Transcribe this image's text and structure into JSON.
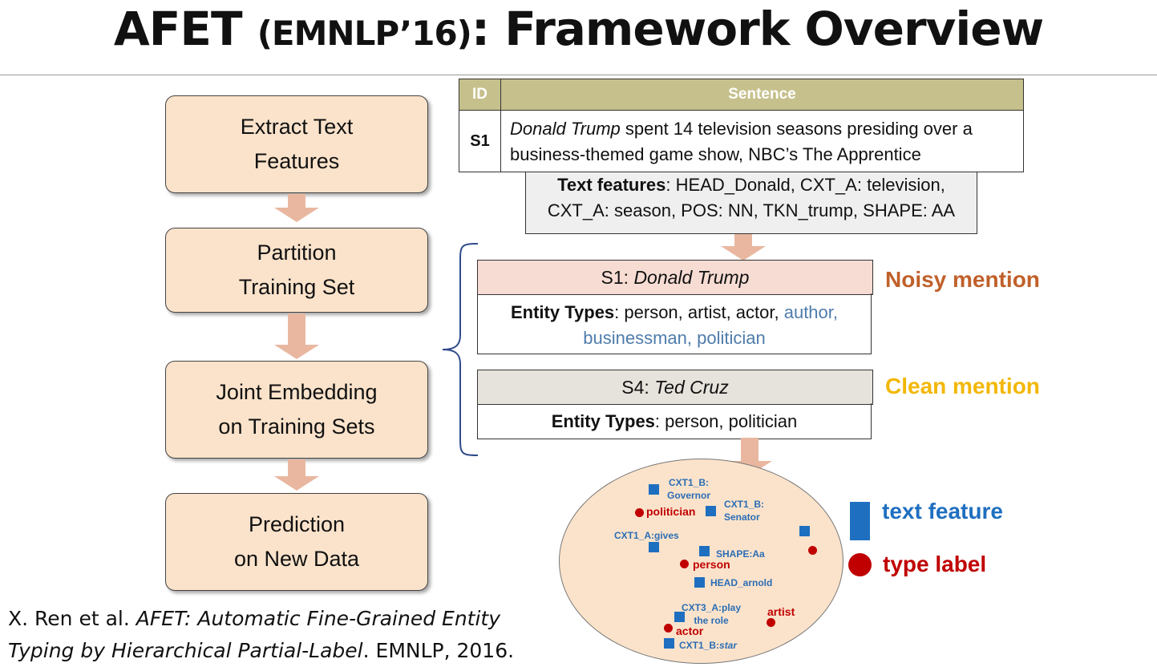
{
  "title": {
    "main": "AFET",
    "venue": "(EMNLP’16)",
    "rest": ": Framework Overview"
  },
  "steps": [
    "Extract Text\nFeatures",
    "Partition\nTraining Set",
    "Joint Embedding\non Training Sets",
    "Prediction\non New Data"
  ],
  "table": {
    "id_header": "ID",
    "sentence_header": "Sentence",
    "row_id": "S1",
    "row_entity": "Donald Trump",
    "row_rest": " spent 14 television seasons presiding over a business-themed game show, NBC’s The Apprentice"
  },
  "text_features": {
    "label": "Text features",
    "value": ": HEAD_Donald, CXT_A: television, CXT_A: season, POS: NN, TKN_trump, SHAPE: AA"
  },
  "noisy": {
    "id": "S1: ",
    "entity": "Donald Trump",
    "types_label": "Entity Types",
    "types_clean": ": person, artist, actor, ",
    "types_extra1": "author,",
    "types_extra2": "businessman, politician",
    "tag": "Noisy mention",
    "header_color": "#f6dcd3"
  },
  "clean": {
    "id": "S4: ",
    "entity": "Ted Cruz",
    "types_label": "Entity Types",
    "types": ": person, politician",
    "tag": "Clean mention",
    "header_color": "#e6e2dc"
  },
  "embedding": {
    "features": {
      "f1a": "CXT1_B:",
      "f1b": "Governor",
      "f2a": "CXT1_B:",
      "f2b": "Senator",
      "f3": "CXT1_A:gives",
      "f4": "SHAPE:Aa",
      "f5": "HEAD_arnold",
      "f6a": "CXT3_A:play",
      "f6b": "the role",
      "f7a": "CXT1_B:",
      "f7b": "star"
    },
    "labels": {
      "politician": "politician",
      "person": "person",
      "artist": "artist",
      "actor": "actor"
    }
  },
  "legend": {
    "feature": "text feature",
    "label": "type label",
    "feature_color": "#1f6fc0",
    "label_color": "#c00000"
  },
  "citation": {
    "authors": "X. Ren et al. ",
    "title1": "AFET: Automatic Fine-Grained Entity",
    "title2": "Typing by Hierarchical Partial-Label",
    "venue": ". EMNLP, 2016."
  }
}
